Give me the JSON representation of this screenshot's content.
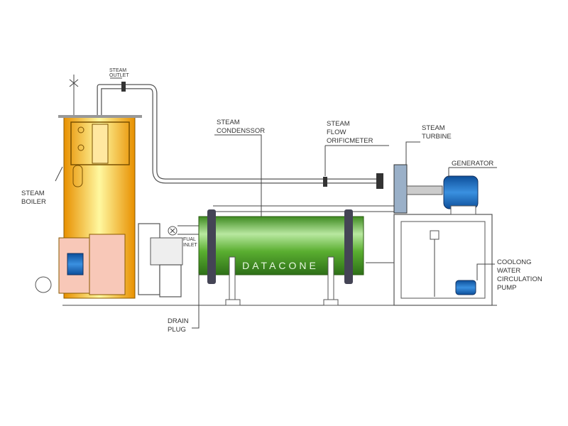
{
  "labels": {
    "steam_outlet": [
      "STEAM",
      "OUTLET"
    ],
    "steam_condenser": [
      "STEAM",
      "CONDENSSOR"
    ],
    "orifice_meter": [
      "STEAM",
      "FLOW",
      "ORIFICMETER"
    ],
    "steam_turbine": [
      "STEAM",
      "TURBINE"
    ],
    "generator": "GENERATOR",
    "steam_boiler": [
      "STEAM",
      "BOILER"
    ],
    "fuel_inlet": [
      "FUAL",
      "INLET"
    ],
    "drain_plug": [
      "DRAIN",
      "PLUG"
    ],
    "pump": [
      "COOLONG",
      "WATER",
      "CIRCULATION",
      "PUMP"
    ]
  },
  "condenser_brand": "DATACONE",
  "colors": {
    "boiler": "#f0a800",
    "condenser": "#4a9a2a",
    "motor": "#1a6fc0"
  }
}
